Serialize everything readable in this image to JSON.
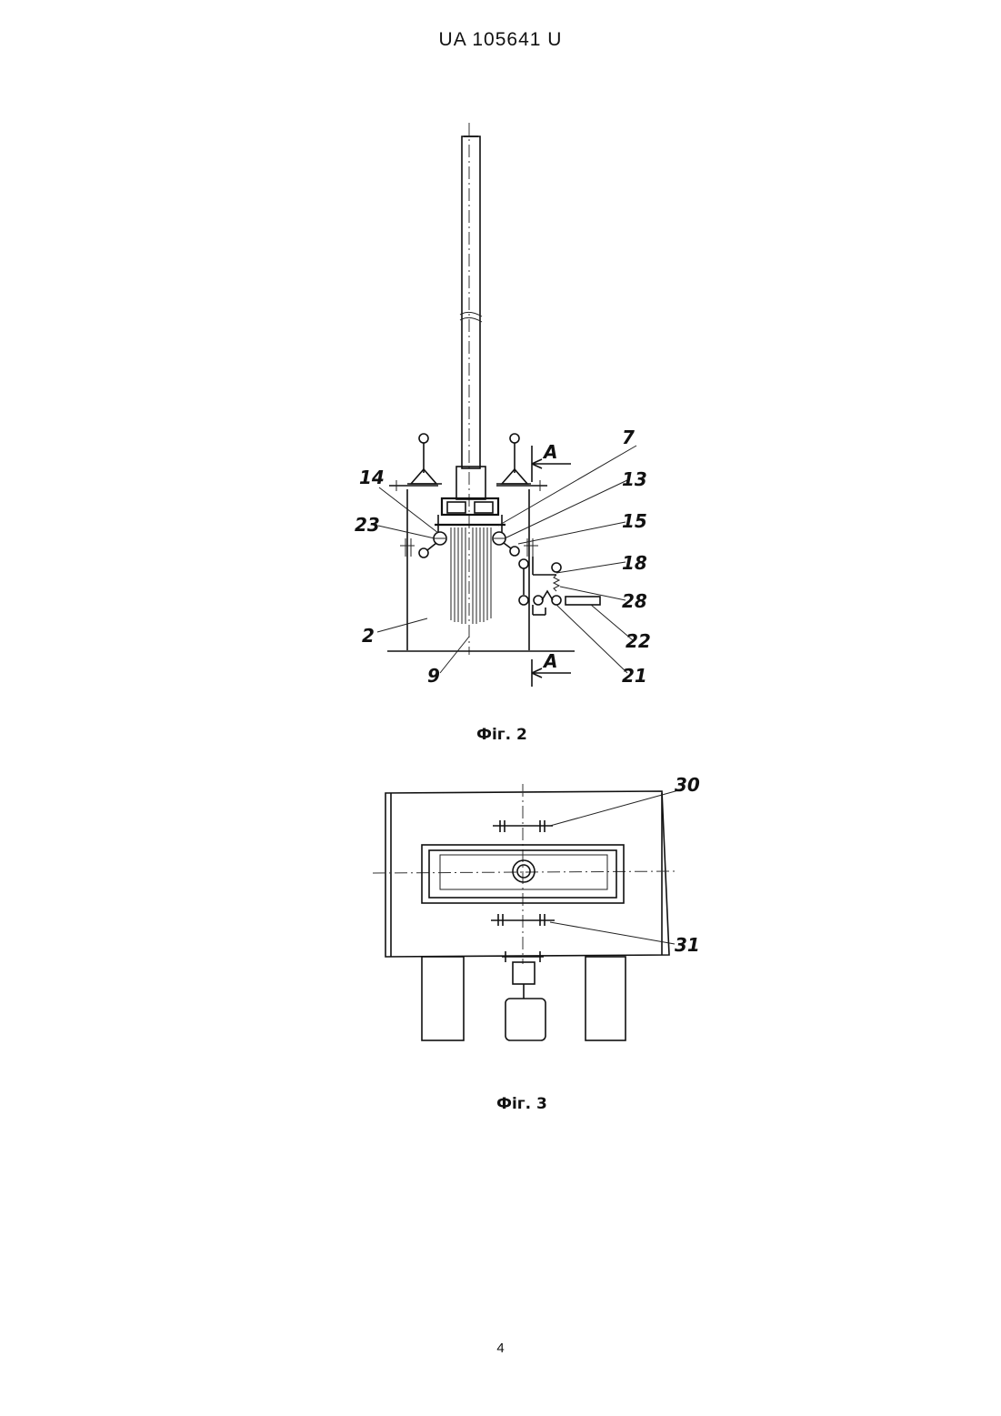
{
  "header": {
    "doc_id": "UA   105641   U"
  },
  "figures": [
    {
      "caption": "Фіг. 2",
      "labels": {
        "l7": "7",
        "l14": "14",
        "l13": "13",
        "l15": "15",
        "l23": "23",
        "l18": "18",
        "l28": "28",
        "l22": "22",
        "l2": "2",
        "l9": "9",
        "l21": "21",
        "lA_top": "A",
        "lA_bottom": "A"
      }
    },
    {
      "caption": "Фіг. 3",
      "labels": {
        "l30": "30",
        "l31": "31"
      }
    }
  ],
  "page_number": "4"
}
